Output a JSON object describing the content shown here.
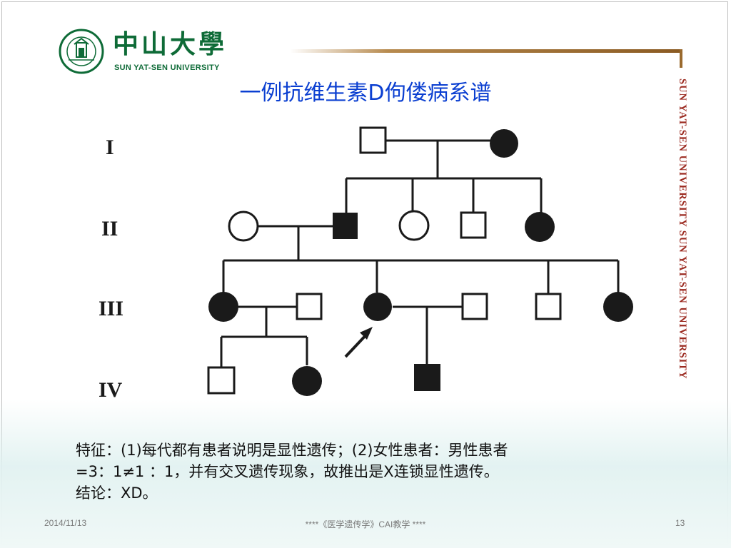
{
  "colors": {
    "university_green": "#0e6b37",
    "title_blue": "#0b3fd1",
    "side_red": "#9b2a20",
    "rule_brown": "#9a6a2e",
    "text": "#111111",
    "footer_gray": "#7a7a7a"
  },
  "header": {
    "university_cn": "中山大學",
    "university_en": "SUN  YAT-SEN UNIVERSITY",
    "logo_icon": "university-seal"
  },
  "title": "一例抗维生素D佝偻病系谱",
  "side_banner": "SUN   YAT-SEN UNIVERSITY    SUN   YAT-SEN UNIVERSITY",
  "pedigree": {
    "generations": [
      "I",
      "II",
      "III",
      "IV"
    ]
  },
  "body": {
    "line1": "特征：(1)每代都有患者说明是显性遗传；(2)女性患者：男性患者",
    "line2": "=3：1≠1 ：1，并有交叉遗传现象，故推出是X连锁显性遗传。",
    "line3": "结论：XD。"
  },
  "footer": {
    "date": "2014/11/13",
    "center": "****《医学遗传学》CAI教学 ****",
    "page": "13"
  }
}
